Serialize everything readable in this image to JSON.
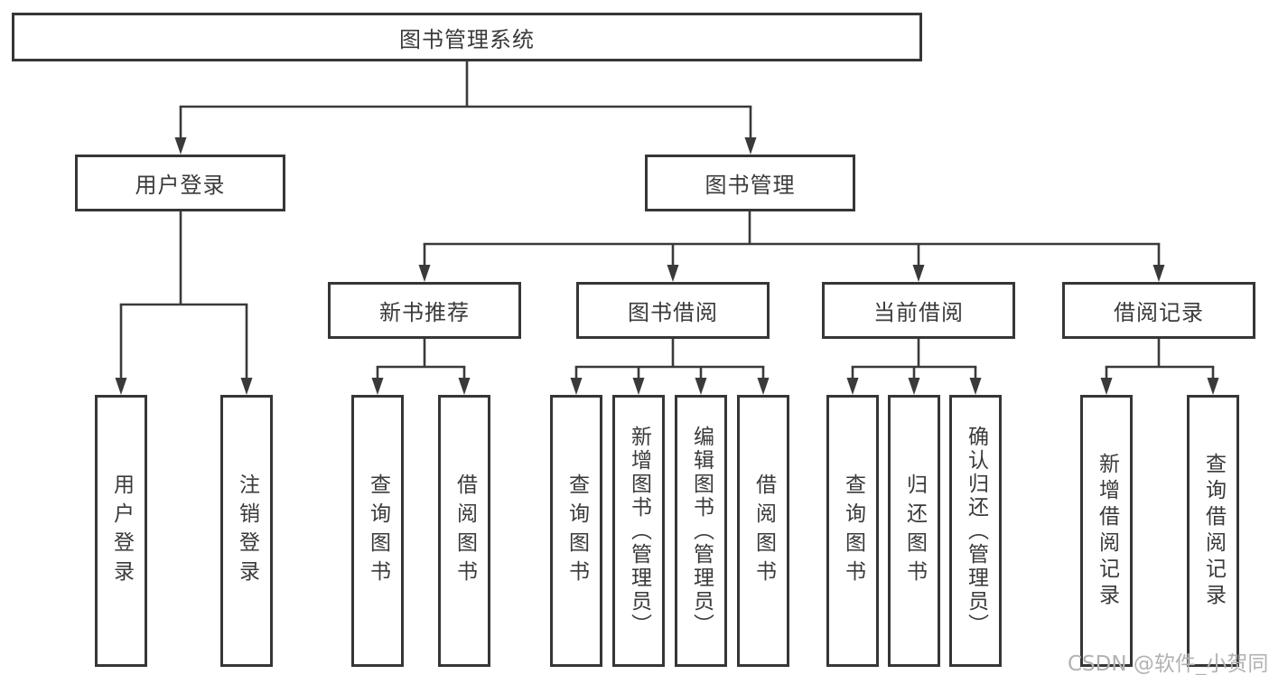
{
  "diagram": {
    "title": "图书管理系统",
    "root": {
      "label": "图书管理系统"
    },
    "branches": [
      {
        "label": "用户登录",
        "leaves": [
          "用户登录",
          "注销登录"
        ]
      },
      {
        "label": "图书管理",
        "children": [
          {
            "label": "新书推荐",
            "leaves": [
              "查询图书",
              "借阅图书"
            ]
          },
          {
            "label": "图书借阅",
            "leaves": [
              "查询图书",
              "新增图书（管理员）",
              "编辑图书（管理员）",
              "借阅图书"
            ]
          },
          {
            "label": "当前借阅",
            "leaves": [
              "查询图书",
              "归还图书",
              "确认归还（管理员）"
            ]
          },
          {
            "label": "借阅记录",
            "leaves": [
              "新增借阅记录",
              "查询借阅记录"
            ]
          }
        ]
      }
    ]
  },
  "watermark": {
    "text": "CSDN @软件_小贺同学"
  },
  "colors": {
    "line": "#3a3a3a",
    "box_border": "#363636",
    "text": "#3a3a3a",
    "watermark": "#b2b2b2",
    "background": "#ffffff"
  }
}
